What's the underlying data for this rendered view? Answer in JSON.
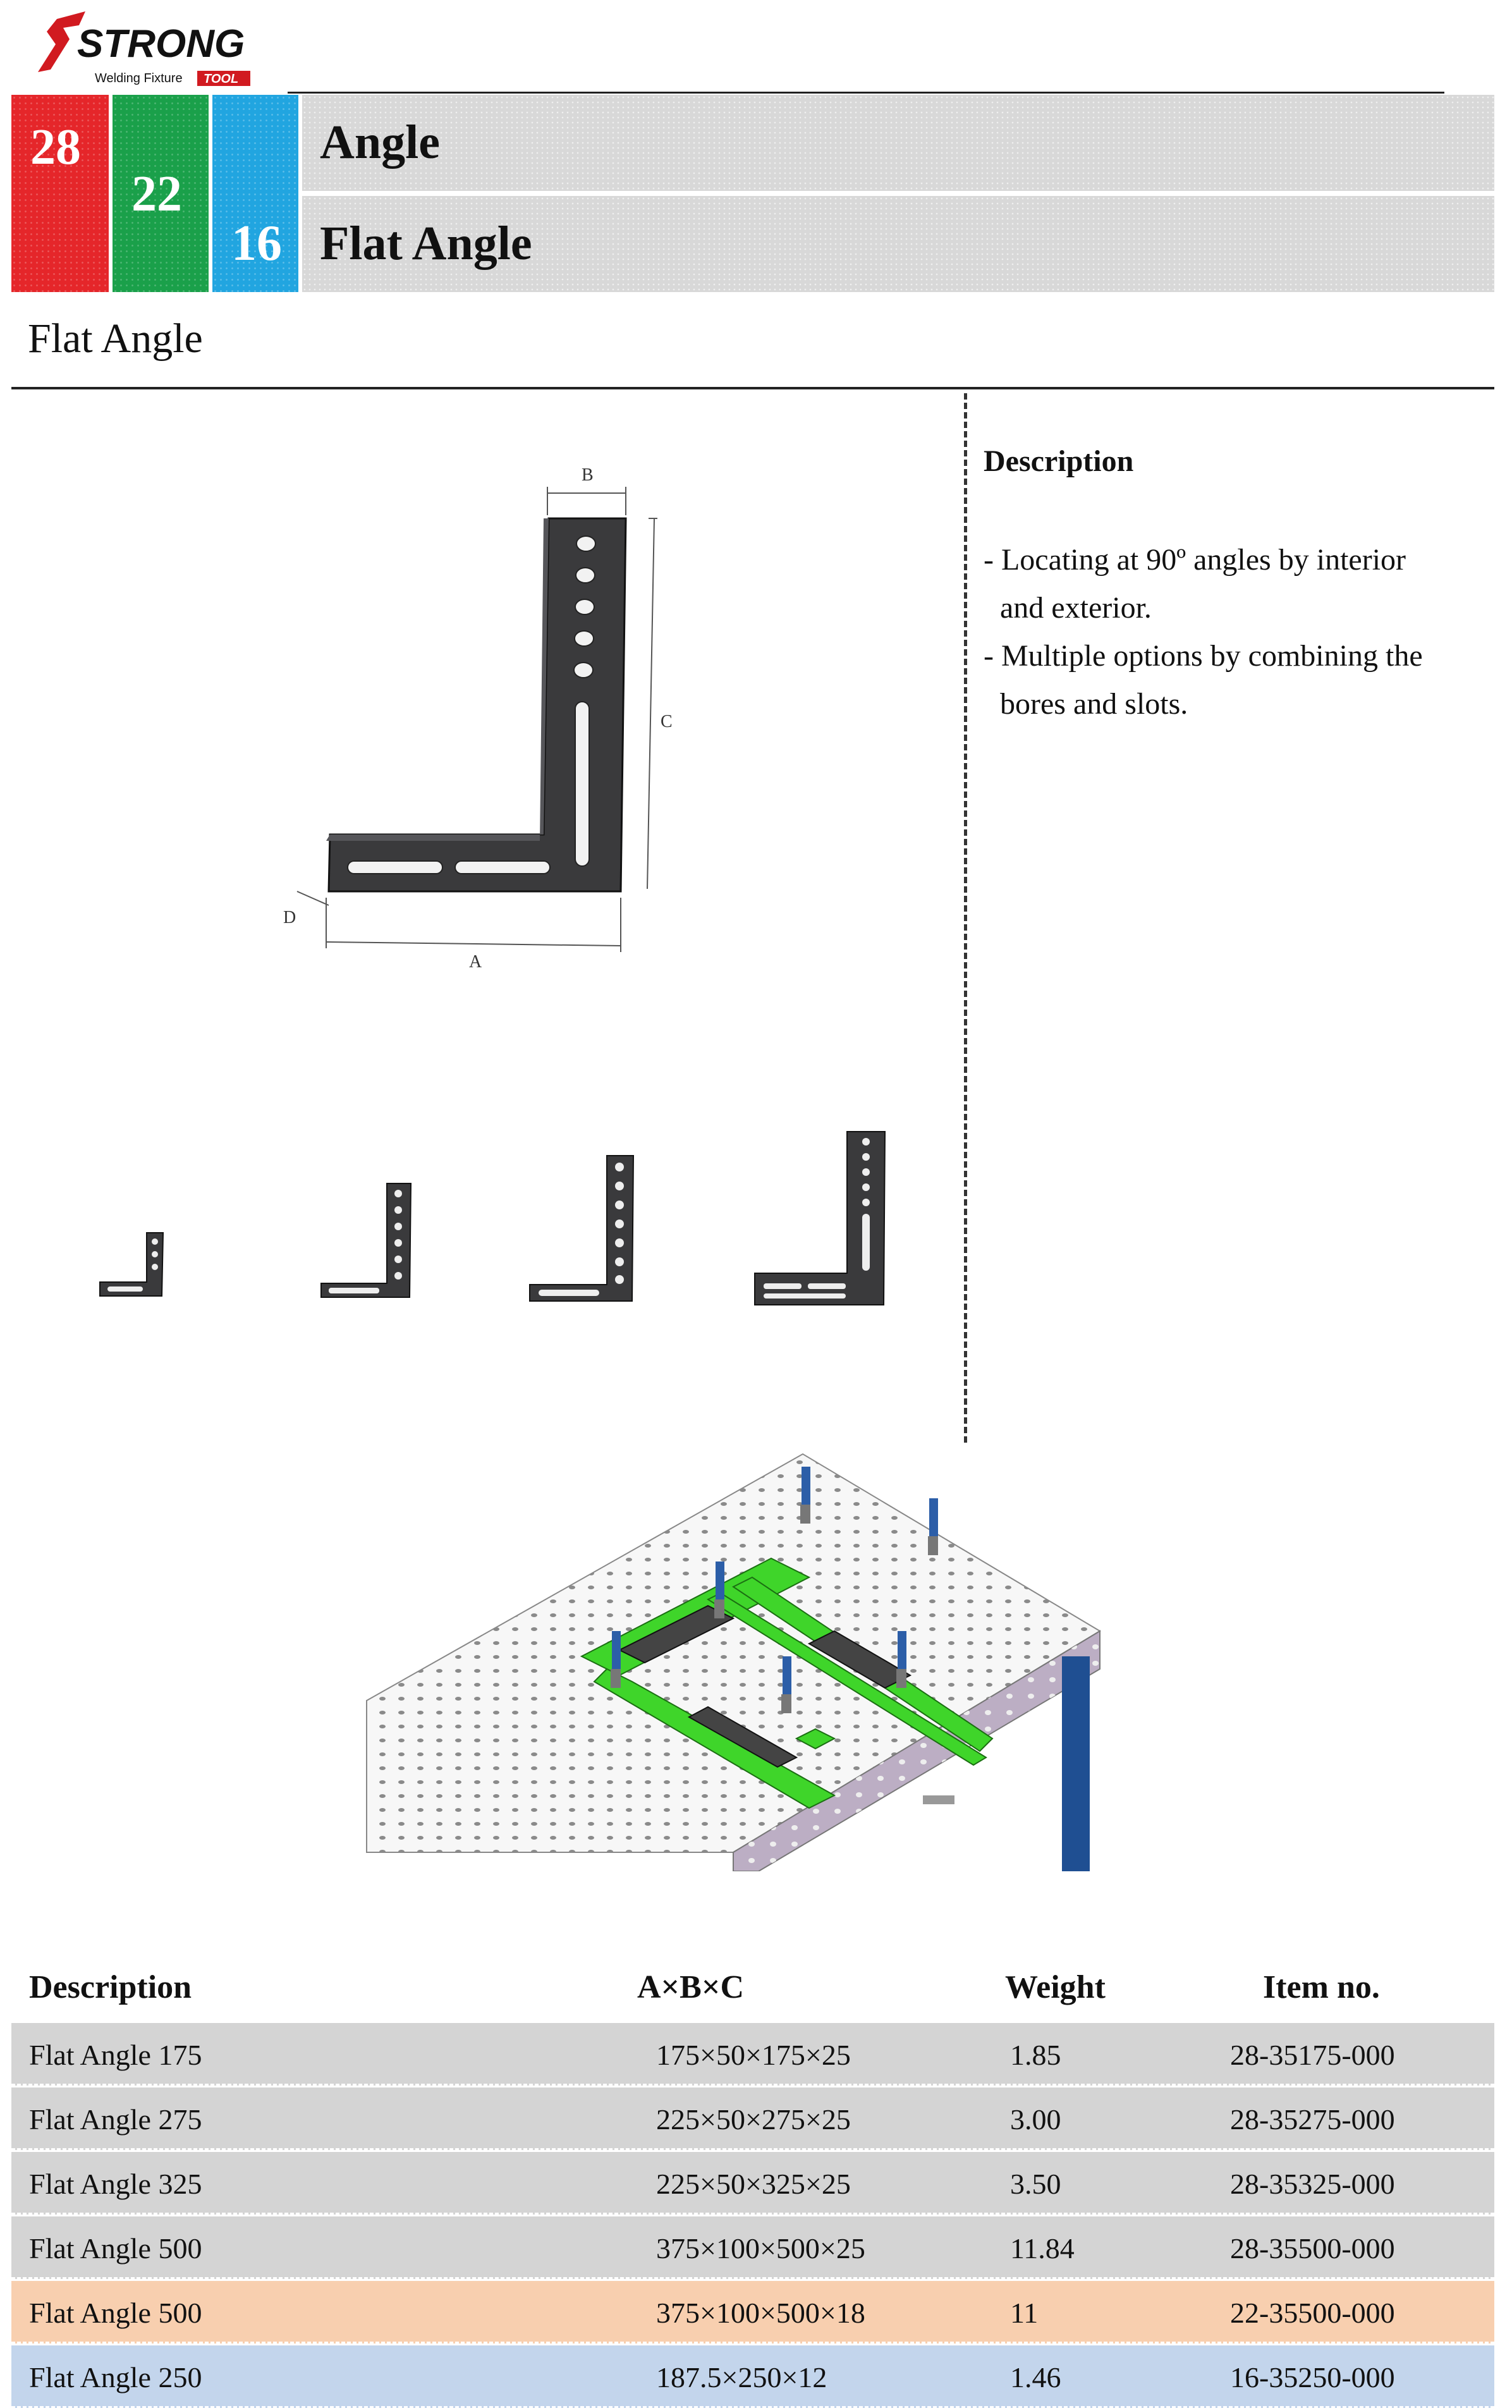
{
  "brand": {
    "logo_text": "STRONG",
    "sub_text": "Welding Fixture",
    "tag_text": "TOOL"
  },
  "header": {
    "series": [
      "28",
      "22",
      "16"
    ],
    "category_title": "Angle",
    "product_title": "Flat Angle"
  },
  "section_title": "Flat Angle",
  "diagram": {
    "dims": [
      "A",
      "B",
      "C",
      "D"
    ]
  },
  "description": {
    "heading": "Description",
    "lines": [
      "- Locating at 90º angles by interior",
      "  and exterior.",
      "- Multiple options by combining the",
      "  bores and slots."
    ]
  },
  "table": {
    "headers": [
      "Description",
      "A×B×C",
      "Weight",
      "Item no."
    ],
    "rows": [
      {
        "description": "Flat Angle 175",
        "dims": "175×50×175×25",
        "weight": "1.85",
        "item": "28-35175-000",
        "color": "#d4d4d4"
      },
      {
        "description": "Flat Angle 275",
        "dims": "225×50×275×25",
        "weight": "3.00",
        "item": "28-35275-000",
        "color": "#d4d4d4"
      },
      {
        "description": "Flat Angle 325",
        "dims": "225×50×325×25",
        "weight": "3.50",
        "item": "28-35325-000",
        "color": "#d4d4d4"
      },
      {
        "description": "Flat Angle 500",
        "dims": "375×100×500×25",
        "weight": "11.84",
        "item": "28-35500-000",
        "color": "#d4d4d4"
      },
      {
        "description": "Flat Angle 500",
        "dims": "375×100×500×18",
        "weight": "11",
        "item": "22-35500-000",
        "color": "#f8cfaf"
      },
      {
        "description": "Flat Angle 250",
        "dims": "187.5×250×12",
        "weight": "1.46",
        "item": "16-35250-000",
        "color": "#c3d5ec"
      }
    ]
  }
}
